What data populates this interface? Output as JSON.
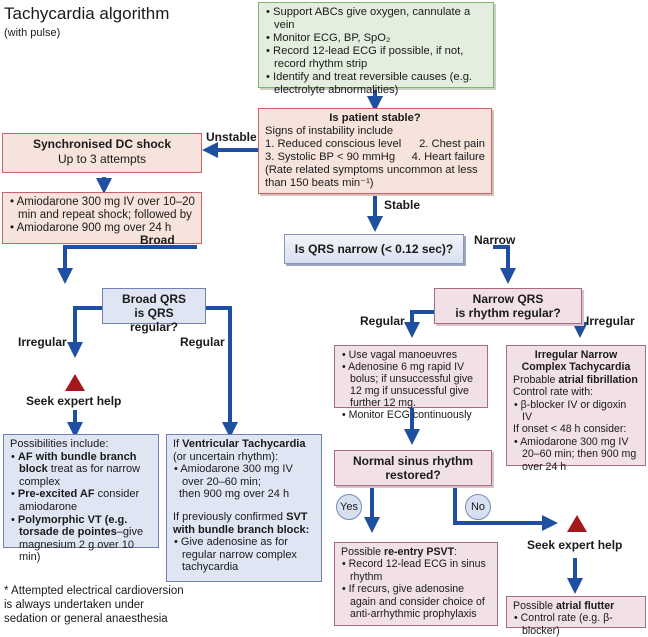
{
  "title": "Tachycardia algorithm",
  "subtitle": "(with pulse)",
  "initial": {
    "items": [
      "Support ABCs give oxygen, cannulate a vein",
      "Monitor ECG, BP, SpO₂",
      "Record 12-lead ECG if possible, if not, record rhythm strip",
      "Identify and treat reversible causes (e.g. electrolyte abnormalities)"
    ]
  },
  "stable_q": {
    "title": "Is patient stable?",
    "intro": "Signs of instability include",
    "signs": [
      "1. Reduced conscious level",
      "2. Chest pain",
      "3. Systolic BP < 90 mmHg",
      "4. Heart failure"
    ],
    "note": "(Rate related symptoms uncommon at less than 150 beats min⁻¹)"
  },
  "labels": {
    "unstable": "Unstable",
    "stable": "Stable",
    "broad": "Broad",
    "narrow": "Narrow",
    "irregular_left": "Irregular",
    "regular_left": "Regular",
    "regular_right": "Regular",
    "irregular_right": "Irregular",
    "yes": "Yes",
    "no": "No"
  },
  "shock": {
    "title": "Synchronised DC shock",
    "sub": "Up to 3 attempts"
  },
  "amio": {
    "items": [
      "Amiodarone 300 mg IV over 10–20 min and repeat shock; followed by",
      "Amiodarone 900 mg over 24 h"
    ]
  },
  "qrs_q": "Is QRS narrow (< 0.12 sec)?",
  "broad_q": {
    "line1": "Broad QRS",
    "line2": "is QRS regular?"
  },
  "narrow_q": {
    "line1": "Narrow QRS",
    "line2": "is rhythm regular?"
  },
  "seek_help": "Seek expert help",
  "broad_irregular": {
    "intro": "Possibilities include:",
    "items": [
      {
        "bold": "AF with bundle branch block",
        "rest": "treat as for narrow complex"
      },
      {
        "bold": "Pre-excited AF",
        "rest": "consider amiodarone"
      },
      {
        "bold": "Polymorphic VT (e.g. torsade de pointes",
        "rest": "–give magnesium 2 g over 10 min)"
      }
    ]
  },
  "broad_regular": {
    "if": "If ",
    "vt": "Ventricular Tachycardia",
    "uncertain": "(or uncertain rhythm):",
    "amio": "Amiodarone 300 mg IV over 20–60 min;",
    "then": "then 900 mg over 24 h",
    "svt_pre": "If previously confirmed ",
    "svt": "SVT with bundle branch block",
    "svt_item": "Give adenosine as for regular narrow complex tachycardia"
  },
  "narrow_regular": {
    "items": [
      "Use vagal manoeuvres",
      "Adenosine 6 mg rapid IV bolus; if unsuccessful give 12 mg if unsucessful give further 12 mg.",
      "Monitor ECG continuously"
    ]
  },
  "narrow_irregular": {
    "title": "Irregular Narrow Complex Tachycardia",
    "probable": "Probable ",
    "af": "atrial fibrillation",
    "control": "Control rate with:",
    "item1": "β-blocker IV or digoxin IV",
    "onset": "If onset < 48 h consider:",
    "item2": "Amiodarone 300 mg IV 20–60 min; then 900 mg over 24 h"
  },
  "nsr_q": "Normal sinus rhythm restored?",
  "psvt": {
    "pre": "Possible ",
    "bold": "re-entry PSVT",
    "items": [
      "Record 12-lead ECG in sinus rhythm",
      "If recurs, give adenosine again and consider choice of anti-arrhythmic prophylaxis"
    ]
  },
  "flutter": {
    "pre": "Possible ",
    "bold": "atrial flutter",
    "item": "Control rate (e.g. β-blocker)"
  },
  "footnote": "* Attempted electrical cardioversion is always undertaken under sedation or general anaesthesia",
  "colors": {
    "arrow": "#1f4fa0",
    "warning": "#a3171d"
  }
}
